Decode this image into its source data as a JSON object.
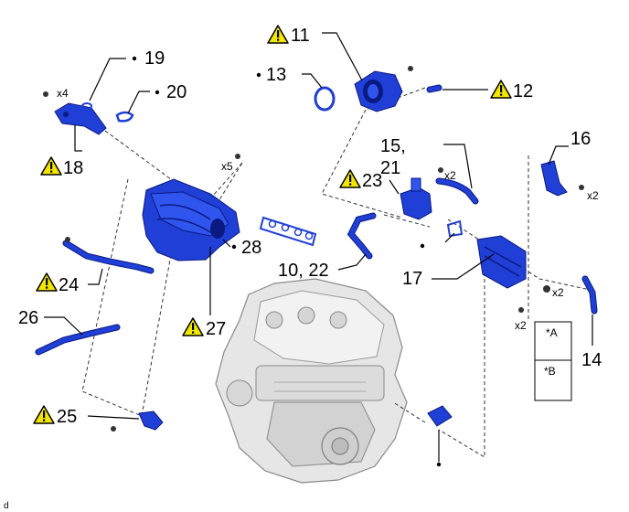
{
  "callouts": [
    {
      "id": "c19",
      "text": "19",
      "warn": false,
      "dot": true
    },
    {
      "id": "c20",
      "text": "20",
      "warn": false,
      "dot": true
    },
    {
      "id": "c18",
      "text": "18",
      "warn": true,
      "dot": false
    },
    {
      "id": "c11",
      "text": "11",
      "warn": true,
      "dot": false
    },
    {
      "id": "c13",
      "text": "13",
      "warn": false,
      "dot": true
    },
    {
      "id": "c12",
      "text": "12",
      "warn": true,
      "dot": false
    },
    {
      "id": "c16",
      "text": "16",
      "warn": false,
      "dot": false
    },
    {
      "id": "c1521a",
      "text": "15,",
      "warn": false,
      "dot": false
    },
    {
      "id": "c1521b",
      "text": "21",
      "warn": false,
      "dot": false
    },
    {
      "id": "c23",
      "text": "23",
      "warn": true,
      "dot": false
    },
    {
      "id": "c28",
      "text": "28",
      "warn": false,
      "dot": true
    },
    {
      "id": "c1022",
      "text": "10, 22",
      "warn": false,
      "dot": false
    },
    {
      "id": "c17",
      "text": "17",
      "warn": false,
      "dot": false
    },
    {
      "id": "c24",
      "text": "24",
      "warn": true,
      "dot": false
    },
    {
      "id": "c26",
      "text": "26",
      "warn": false,
      "dot": false
    },
    {
      "id": "c27",
      "text": "27",
      "warn": true,
      "dot": false
    },
    {
      "id": "c14",
      "text": "14",
      "warn": false,
      "dot": false
    },
    {
      "id": "c25",
      "text": "25",
      "warn": true,
      "dot": false
    }
  ],
  "qty": {
    "x4": "x4",
    "x5": "x5",
    "x2_gasket": "x2",
    "x2_bracket": "x2",
    "x2_cooler": "x2",
    "x2_bolt": "x2"
  },
  "legend": {
    "a": "*A",
    "b": "*B"
  },
  "corner_label": "d",
  "colors": {
    "part": "#1f3fd6",
    "warning": "#f2e600"
  }
}
